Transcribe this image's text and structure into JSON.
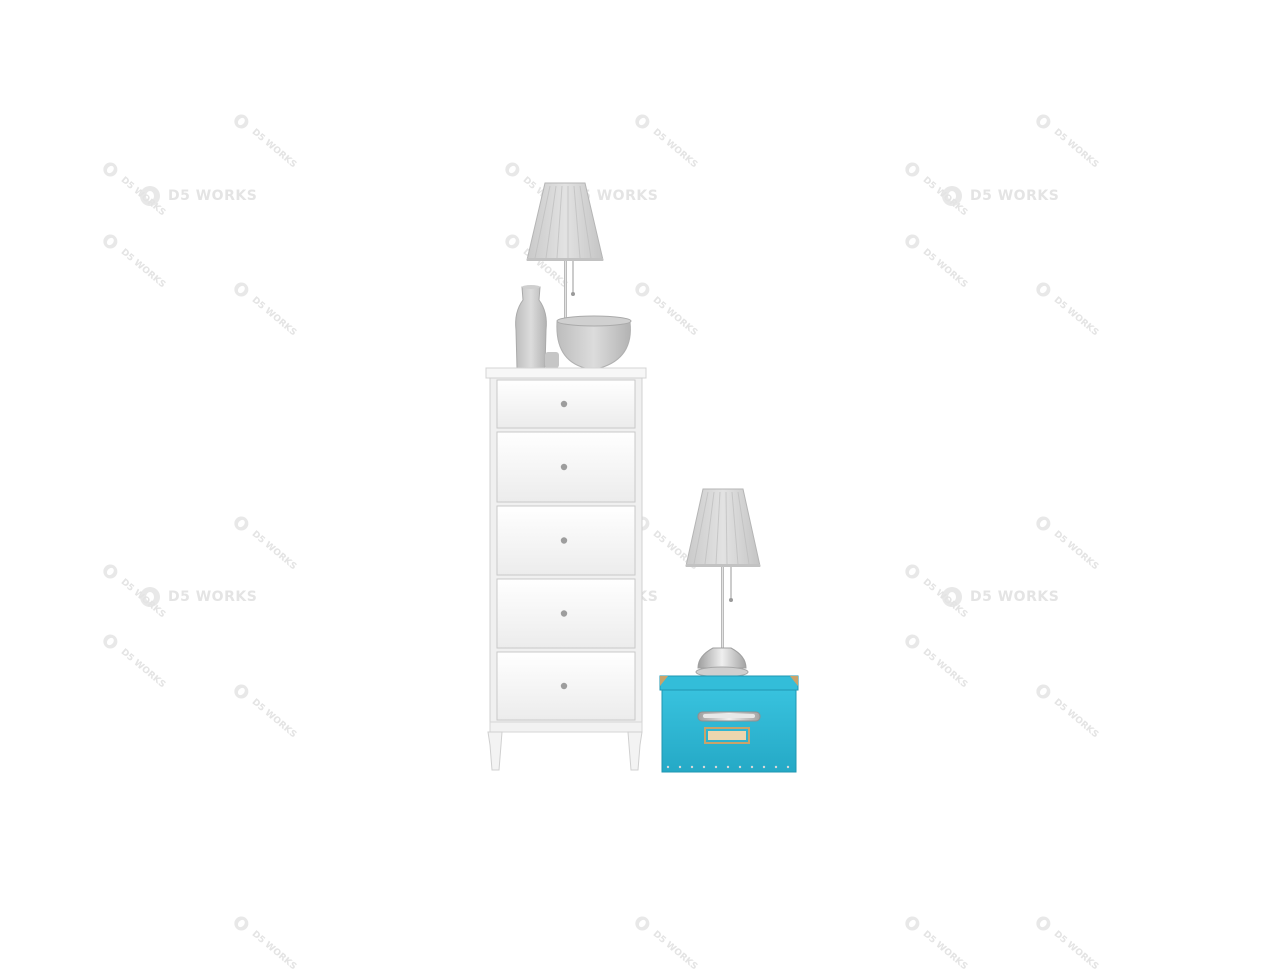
{
  "watermark": {
    "text": "D5 WORKS"
  },
  "colors": {
    "background": "#ffffff",
    "dresser": "#f4f4f4",
    "box": "#2fb8d4",
    "lampshade": "#d6d6d6",
    "metal": "#bcbcbc"
  },
  "objects": [
    "chest-of-drawers",
    "table-lamp",
    "vase",
    "bowl",
    "storage-box"
  ]
}
